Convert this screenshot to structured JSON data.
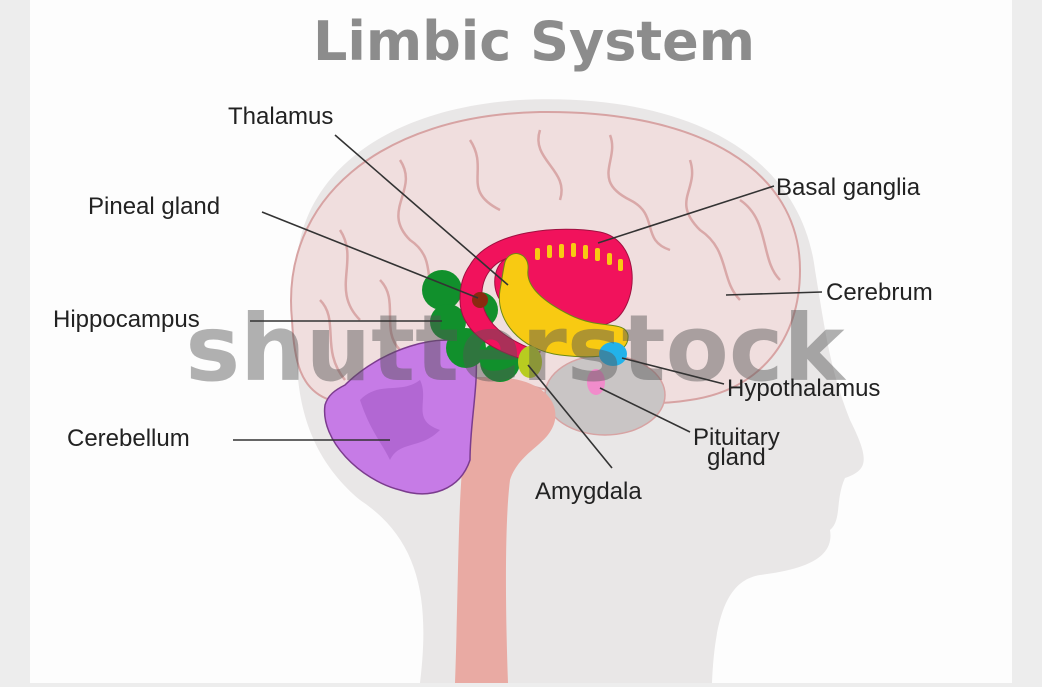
{
  "title": "Limbic System",
  "labels": {
    "thalamus": "Thalamus",
    "pineal_gland": "Pineal gland",
    "hippocampus": "Hippocampus",
    "cerebellum": "Cerebellum",
    "basal_ganglia": "Basal ganglia",
    "cerebrum": "Cerebrum",
    "hypothalamus": "Hypothalamus",
    "pituitary_gland_line1": "Pituitary",
    "pituitary_gland_line2": "gland",
    "amygdala": "Amygdala"
  },
  "watermark": "shutterstock",
  "colors": {
    "head": "#e9e7e7",
    "brain": "#f0dede",
    "brain_outline": "#d7a3a3",
    "cerebellum": "#c67be6",
    "brainstem": "#e9aaa3",
    "cingulate": "#f1125c",
    "thalamus": "#f8ca12",
    "hippocampus": "#11902c",
    "hypothalamus": "#22b2ea",
    "pituitary": "#f18ccb",
    "pineal": "#8a2a10"
  }
}
